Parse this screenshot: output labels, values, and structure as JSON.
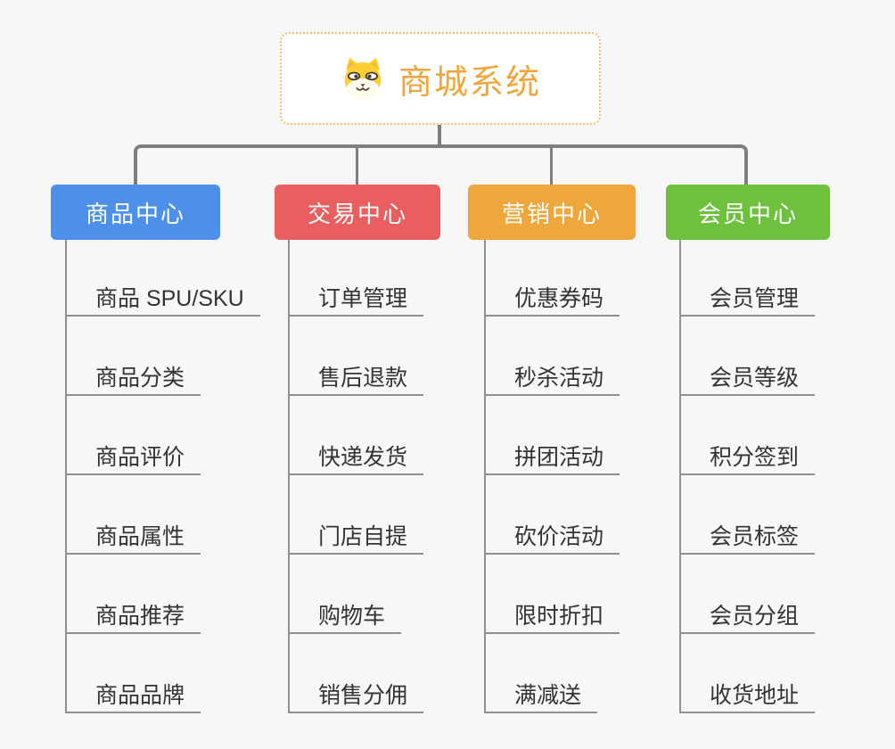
{
  "root": {
    "title": "商城系统",
    "icon": "dog-face-icon",
    "text_color": "#f0a63c",
    "border_color": "#f3bd6b",
    "background": "#ffffff"
  },
  "colors": {
    "canvas_background": "#f7f7f7",
    "connector_gray": "#7e7e7e",
    "leaf_line_gray": "#909090",
    "leaf_text": "#333333"
  },
  "branches": [
    {
      "label": "商品中心",
      "color": "#4d90ea",
      "children": [
        "商品 SPU/SKU",
        "商品分类",
        "商品评价",
        "商品属性",
        "商品推荐",
        "商品品牌"
      ]
    },
    {
      "label": "交易中心",
      "color": "#e95f5f",
      "children": [
        "订单管理",
        "售后退款",
        "快递发货",
        "门店自提",
        "购物车",
        "销售分佣"
      ]
    },
    {
      "label": "营销中心",
      "color": "#efa73b",
      "children": [
        "优惠券码",
        "秒杀活动",
        "拼团活动",
        "砍价活动",
        "限时折扣",
        "满减送"
      ]
    },
    {
      "label": "会员中心",
      "color": "#6dc13c",
      "children": [
        "会员管理",
        "会员等级",
        "积分签到",
        "会员标签",
        "会员分组",
        "收货地址"
      ]
    }
  ]
}
